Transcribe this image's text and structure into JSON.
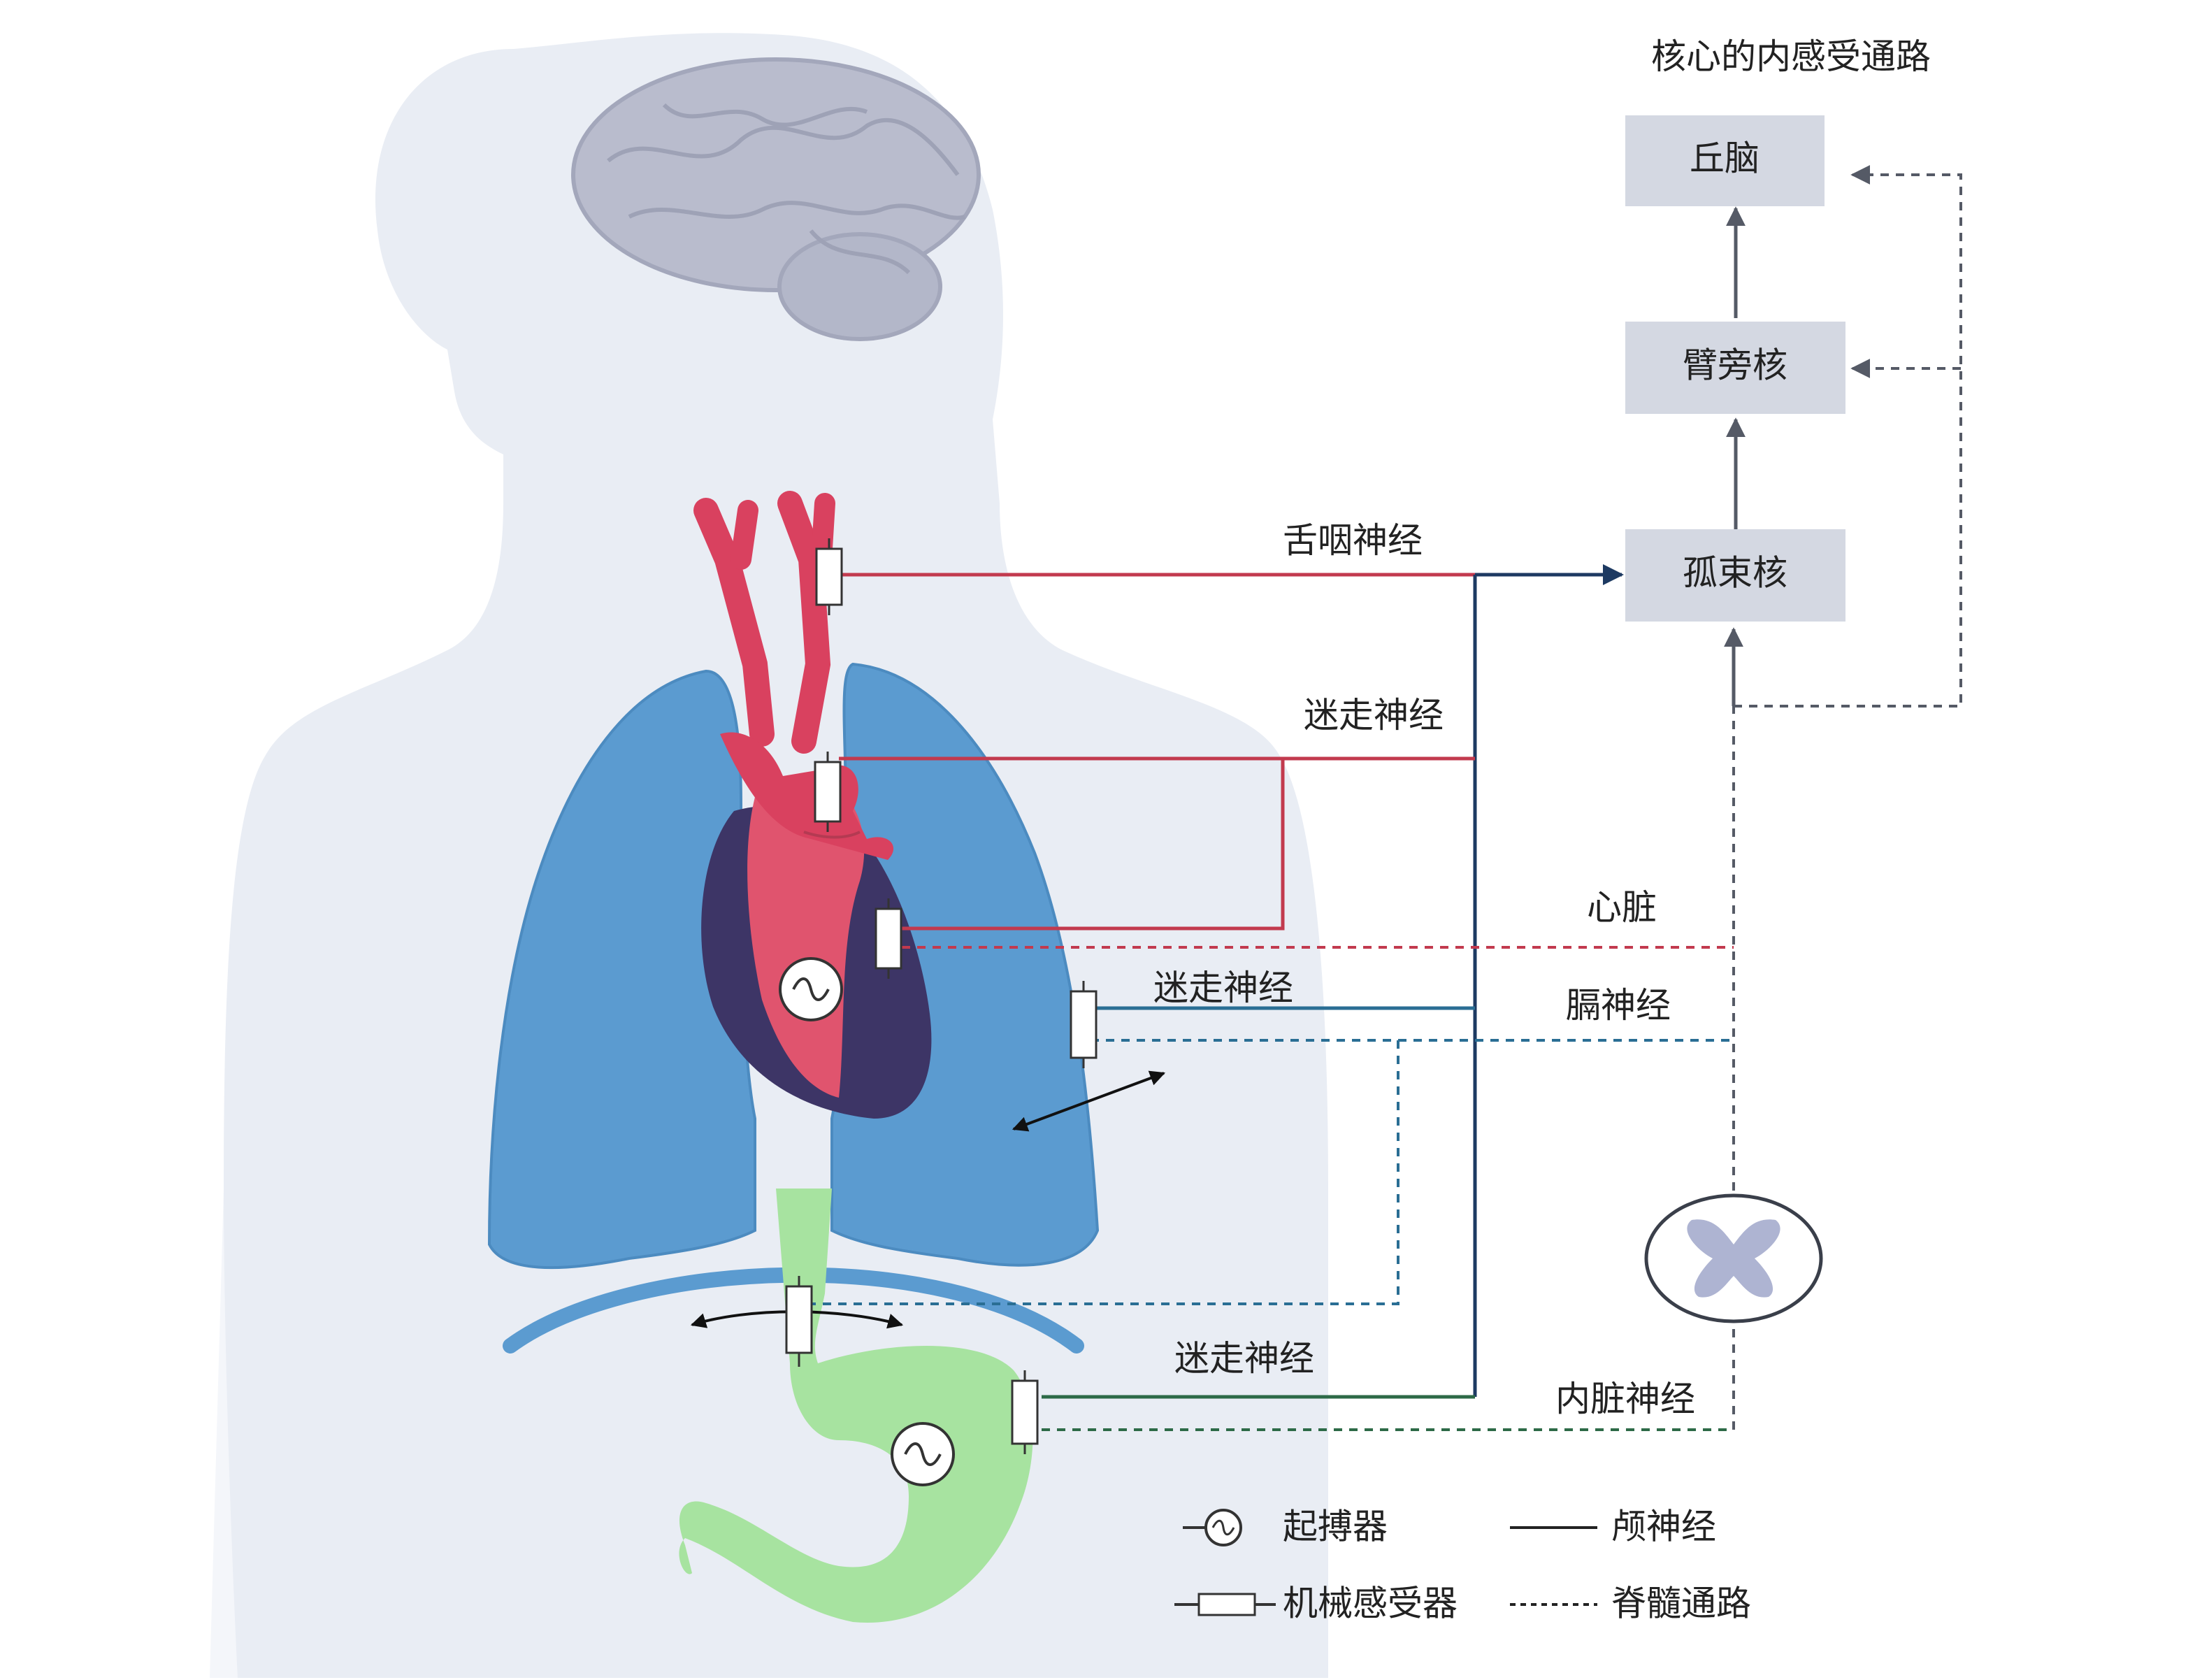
{
  "title": "核心的内感受通路",
  "nodes": {
    "thalamus": "丘脑",
    "parabrachial": "臂旁核",
    "nts": "孤束核"
  },
  "nerves": {
    "glossopharyngeal": "舌咽神经",
    "vagus_heart": "迷走神经",
    "vagus_lung": "迷走神经",
    "vagus_stomach": "迷走神经",
    "heart_spinal": "心脏",
    "phrenic": "膈神经",
    "splanchnic": "内脏神经"
  },
  "legend": {
    "pacemaker": "起搏器",
    "mechanoreceptor": "机械感受器",
    "cranial_nerve": "颅神经",
    "spinal_pathway": "脊髓通路"
  },
  "colors": {
    "box": "#d4d8e2",
    "red_nerve": "#c23a4e",
    "navy_nerve": "#1d3a62",
    "blue_nerve": "#2a6e94",
    "green_nerve": "#2d6a47",
    "gray_pathway": "#555a66",
    "body": "#e9edf4",
    "lung": "#5b9bd0",
    "heart": "#e0546e",
    "heart_dark": "#3d3566",
    "stomach": "#a7e3a0",
    "brain": "#b9bccd"
  }
}
